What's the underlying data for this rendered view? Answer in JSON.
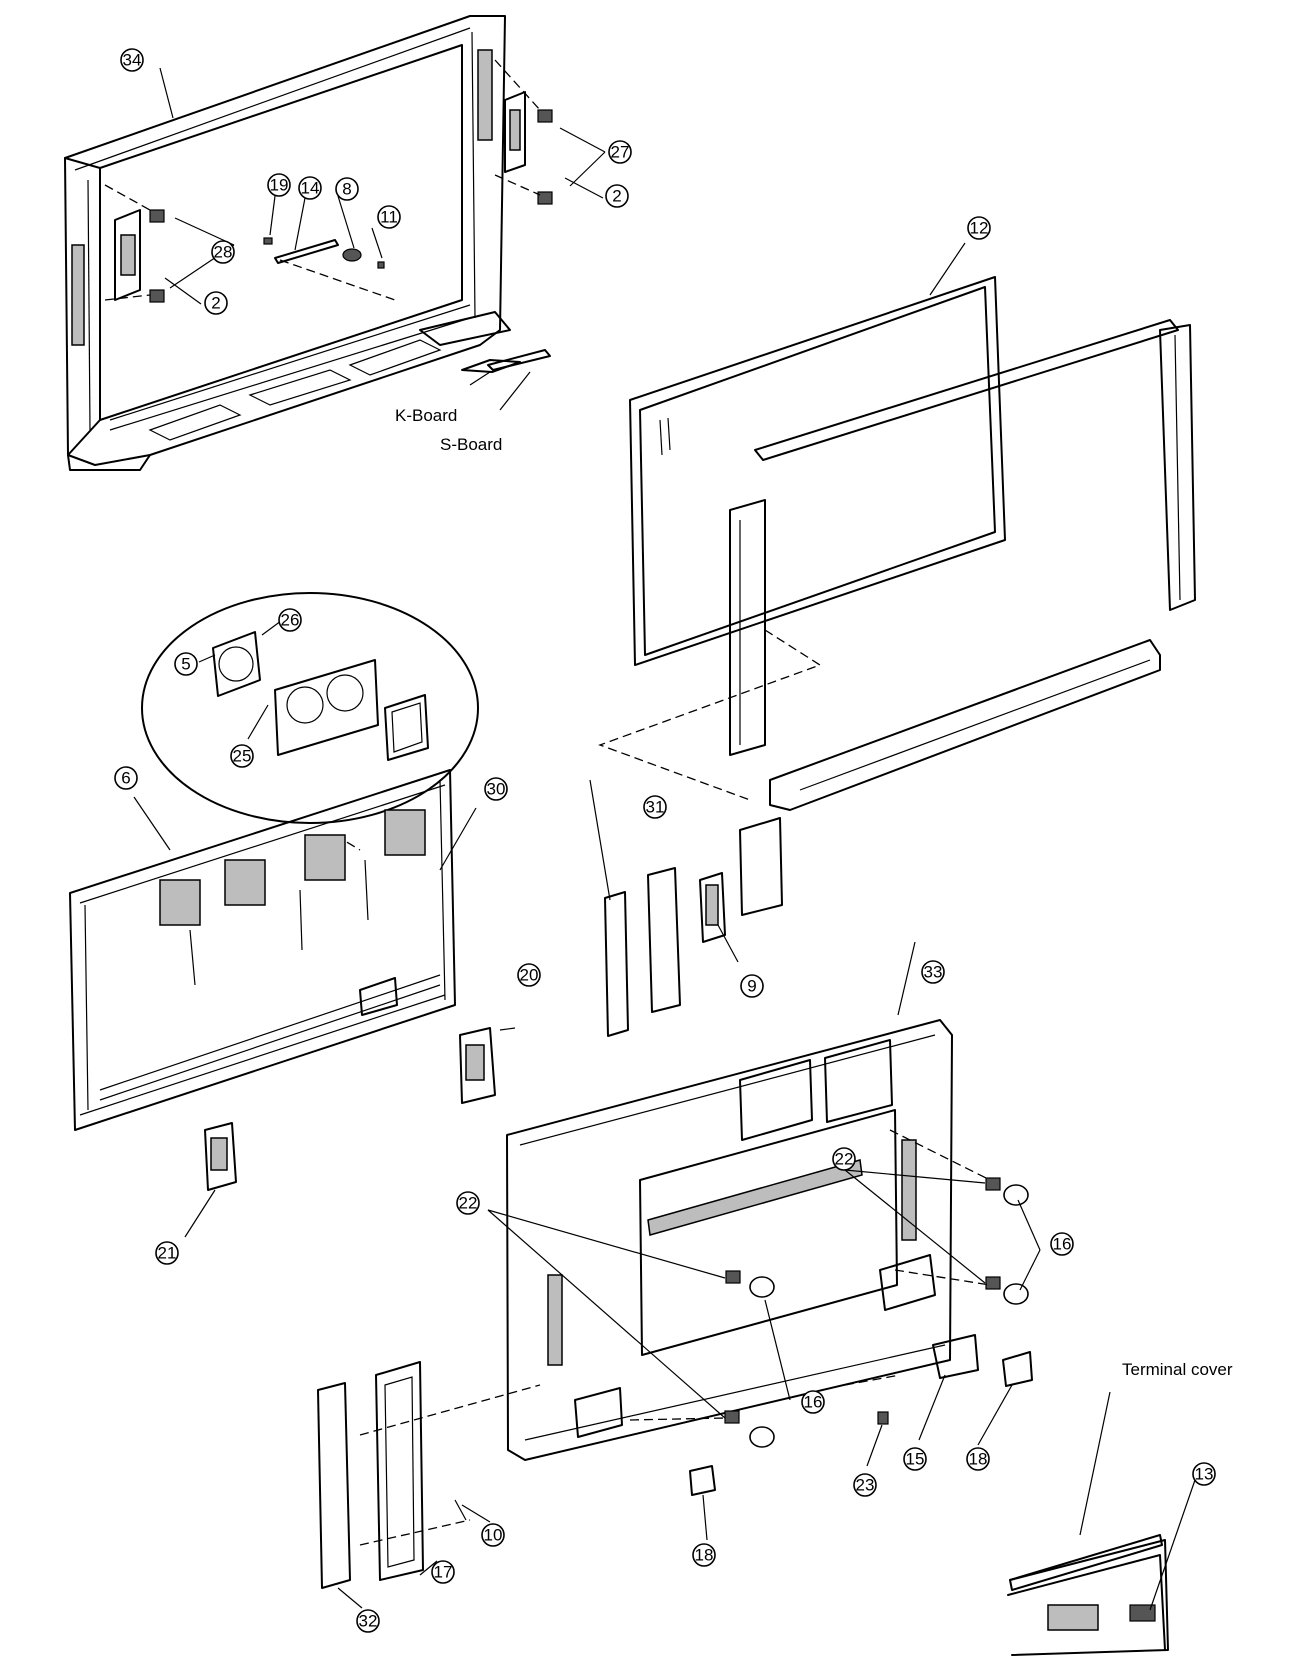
{
  "callouts": {
    "c34": "34",
    "c27": "27",
    "c2a": "2",
    "c19": "19",
    "c14": "14",
    "c8": "8",
    "c11": "11",
    "c28": "28",
    "c2b": "2",
    "c12": "12",
    "c26": "26",
    "c5": "5",
    "c25": "25",
    "c6": "6",
    "c30": "30",
    "c31": "31",
    "c9": "9",
    "c20": "20",
    "c33": "33",
    "c21": "21",
    "c22a": "22",
    "c22b": "22",
    "c16a": "16",
    "c16b": "16",
    "c15": "15",
    "c18a": "18",
    "c23": "23",
    "c18b": "18",
    "c10": "10",
    "c17": "17",
    "c32": "32",
    "c13": "13"
  },
  "labels": {
    "k_board": "K-Board",
    "s_board": "S-Board",
    "terminal_cover": "Terminal cover"
  }
}
